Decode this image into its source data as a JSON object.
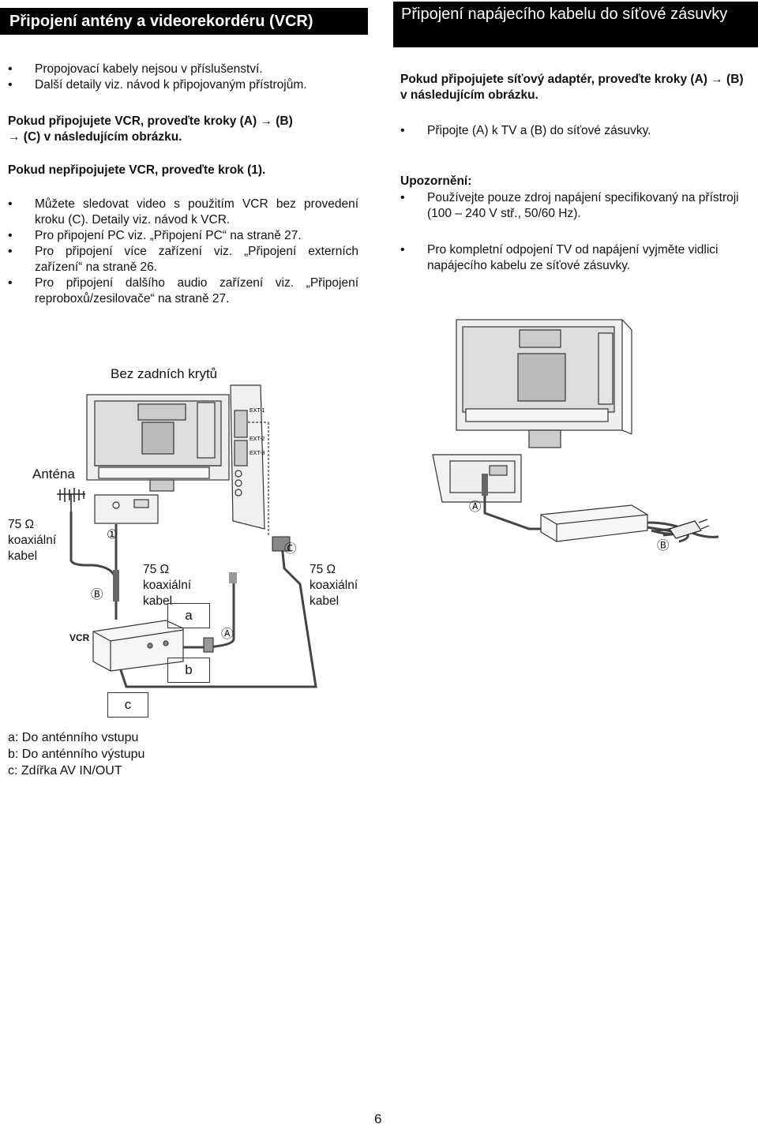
{
  "left": {
    "heading": "Připojení antény a videorekordéru (VCR)",
    "bullets1": [
      "Propojovací kabely nejsou v příslušenství.",
      "Další detaily viz. návod k připojovaným přístrojům."
    ],
    "para1_line1": "Pokud připojujete VCR, proveďte kroky (A) → (B)",
    "para1_line2": "→ (C) v následujícím obrázku.",
    "para2": "Pokud nepřipojujete VCR, proveďte krok (1).",
    "bullets2": [
      "Můžete sledovat video s použitím VCR bez provedení kroku (C). Detaily viz. návod k VCR.",
      "Pro připojení PC viz. „Připojení PC“ na straně 27.",
      "Pro připojení více zařízení viz. „Připojení externích zařízení“ na straně 26.",
      "Pro připojení dalšího audio zařízení viz. „Připojení reproboxů/zesilovače“ na straně 27."
    ]
  },
  "right": {
    "heading": "Připojení napájecího kabelu do síťové zásuvky",
    "para1": "Pokud připojujete síťový adaptér, proveďte kroky (A) → (B) v následujícím obrázku.",
    "bullet1": "Připojte (A) k TV a (B) do síťové zásuvky.",
    "warning_title": "Upozornění:",
    "warnings": [
      "Používejte pouze zdroj napájení specifikovaný na přístroji (100 – 240 V stř., 50/60 Hz).",
      "Pro kompletní odpojení TV od napájení vyjměte vidlici napájecího kabelu ze síťové zásuvky."
    ]
  },
  "diagram_left": {
    "no_cover": "Bez zadních krytů",
    "antenna": "Anténa",
    "coax1": [
      "75 Ω",
      "koaxiální",
      "kabel"
    ],
    "coax2": [
      "75 Ω",
      "koaxiální",
      "kabel"
    ],
    "coax3": [
      "75 Ω",
      "koaxiální",
      "kabel"
    ],
    "vcr": "VCR",
    "step_1": "①",
    "step_a": "Ⓐ",
    "step_b": "Ⓑ",
    "step_c": "Ⓒ",
    "label_a": "a",
    "label_b": "b",
    "label_c": "c",
    "ext_labels": [
      "EXT-1",
      "EXT-2",
      "EXT-3"
    ]
  },
  "diagram_right": {
    "step_a": "Ⓐ",
    "step_b": "Ⓑ"
  },
  "legend": [
    "a: Do anténního vstupu",
    "b: Do anténního výstupu",
    "c: Zdířka AV IN/OUT"
  ],
  "page_number": "6"
}
